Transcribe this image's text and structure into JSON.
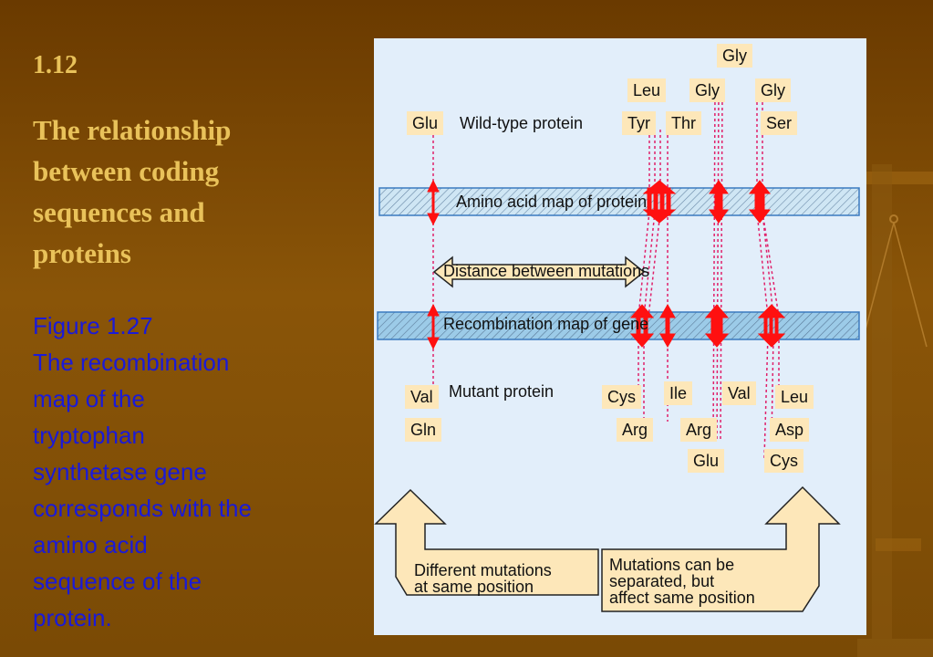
{
  "slide": {
    "number": "1.12",
    "title": "The relationship between coding sequences and proteins",
    "caption_heading": "Figure 1.27",
    "caption_body": "The recombination\nmap of the\ntryptophan\nsynthetase gene\ncorresponds with the\namino acid\nsequence of the\nprotein."
  },
  "figure": {
    "wild_type_label": "Wild-type protein",
    "mutant_label": "Mutant protein",
    "amino_acid_map_label": "Amino acid map of protein",
    "distance_label": "Distance between mutations",
    "recombination_map_label": "Recombination map of gene",
    "wild_type_residues": {
      "glu": "Glu",
      "leu": "Leu",
      "tyr": "Tyr",
      "thr": "Thr",
      "gly_top": "Gly",
      "gly_left": "Gly",
      "gly_right": "Gly",
      "ser": "Ser"
    },
    "mutant_residues": {
      "val_1": "Val",
      "gln": "Gln",
      "cys_1": "Cys",
      "arg_1": "Arg",
      "ile": "Ile",
      "arg_2": "Arg",
      "glu": "Glu",
      "val_2": "Val",
      "leu": "Leu",
      "asp": "Asp",
      "cys_2": "Cys"
    },
    "callout_left": "Different mutations\nat same position",
    "callout_right": "Mutations can be\nseparated, but\naffect same position"
  },
  "colors": {
    "background": "#7a4a05",
    "title": "#e9c25a",
    "caption": "#1a1ad8",
    "figure_bg": "#e2eefa",
    "label_bg": "#fde7b9",
    "map_bar": "#8fc6e8",
    "marker": "#ff0000"
  }
}
